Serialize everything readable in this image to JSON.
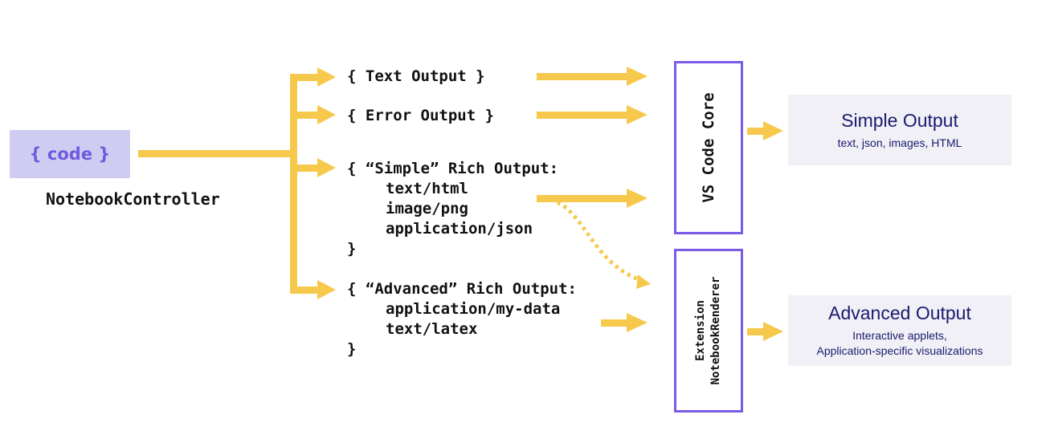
{
  "source": {
    "code_label": "{ code }",
    "controller_label": "NotebookController"
  },
  "outputs": {
    "text_output": "{ Text Output }",
    "error_output": "{ Error Output }",
    "simple_rich": {
      "header": "{ “Simple” Rich Output:",
      "mimetypes": [
        "text/html",
        "image/png",
        "application/json"
      ],
      "close": "}"
    },
    "advanced_rich": {
      "header": "{ “Advanced” Rich Output:",
      "mimetypes": [
        "application/my-data",
        "text/latex"
      ],
      "close": "}"
    }
  },
  "renderers": {
    "core_label": "VS Code Core",
    "extension_line1": "Extension",
    "extension_line2": "NotebookRenderer"
  },
  "results": {
    "simple": {
      "title": "Simple Output",
      "subtitle": "text, json, images, HTML"
    },
    "advanced": {
      "title": "Advanced Output",
      "subtitle_line1": "Interactive applets,",
      "subtitle_line2": "Application-specific visualizations"
    }
  },
  "colors": {
    "arrow": "#f6c94c",
    "box_border": "#7a5be8",
    "code_fill": "#cfccf2",
    "code_text": "#6f5ae0",
    "result_fill": "#f0f0f6",
    "result_text": "#1b1a6e"
  }
}
